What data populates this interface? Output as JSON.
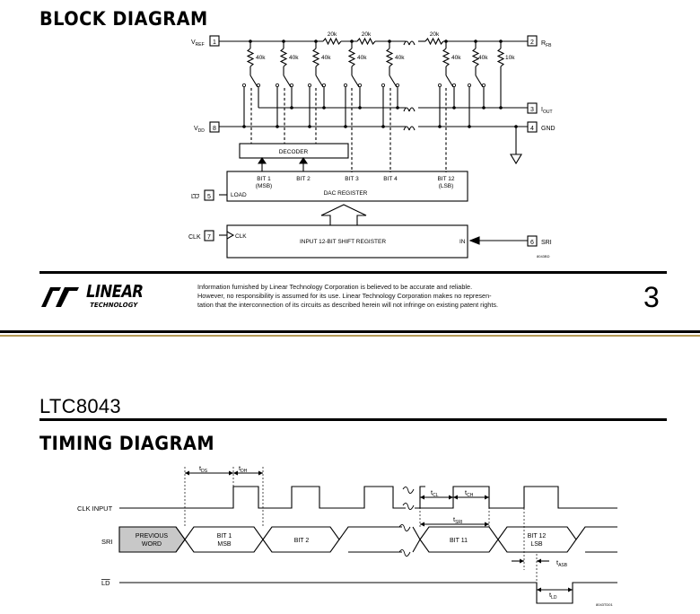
{
  "page_top": {
    "heading": "BLOCK DIAGRAM",
    "page_number": "3",
    "figure_code": "8043BD",
    "notice": [
      "Information furnished by Linear Technology Corporation is believed to be accurate and reliable.",
      "However, no responsibility is assumed for its use. Linear Technology Corporation makes no represen-",
      "tation that the interconnection of its circuits as described herein will not infringe on existing patent rights."
    ],
    "logo": {
      "line1": "LINEAR",
      "line2": "TECHNOLOGY"
    }
  },
  "page_bottom": {
    "part_number": "LTC8043",
    "heading": "TIMING DIAGRAM",
    "figure_code": "8043TD01"
  },
  "block": {
    "pins": {
      "vref": {
        "num": "1",
        "name": "V",
        "sub": "REF"
      },
      "rfb": {
        "num": "2",
        "name": "R",
        "sub": "FB"
      },
      "iout": {
        "num": "3",
        "name": "I",
        "sub": "OUT"
      },
      "gnd": {
        "num": "4",
        "name": "GND"
      },
      "ld": {
        "num": "5",
        "name": "LD"
      },
      "sri": {
        "num": "6",
        "name": "SRI"
      },
      "clk": {
        "num": "7",
        "name": "CLK"
      },
      "vdd": {
        "num": "8",
        "name": "V",
        "sub": "DD"
      }
    },
    "resistors": {
      "series": [
        "20k",
        "20k",
        "20k"
      ],
      "shunt": [
        "40k",
        "40k",
        "40k",
        "40k",
        "40k",
        "40k",
        "40k",
        "10k"
      ]
    },
    "decoder": "DECODER",
    "dac_register": "DAC REGISTER",
    "load": "LOAD",
    "bits": [
      {
        "l1": "BIT 1",
        "l2": "(MSB)"
      },
      {
        "l1": "BIT 2",
        "l2": ""
      },
      {
        "l1": "BIT 3",
        "l2": ""
      },
      {
        "l1": "BIT 4",
        "l2": ""
      },
      {
        "l1": "BIT 12",
        "l2": "(LSB)"
      }
    ],
    "shift_register": "INPUT 12-BIT SHIFT REGISTER",
    "clk_in": "CLK",
    "in_label": "IN"
  },
  "timing": {
    "clk_label": "CLK INPUT",
    "sri_label": "SRI",
    "ld_label": "LD",
    "prev_word": [
      "PREVIOUS",
      "WORD"
    ],
    "data_cells": [
      {
        "l1": "BIT 1",
        "l2": "MSB"
      },
      {
        "l1": "BIT 2",
        "l2": ""
      },
      {
        "l1": "BIT 11",
        "l2": ""
      },
      {
        "l1": "BIT 12",
        "l2": "LSB"
      }
    ],
    "params": {
      "tds": {
        "t": "t",
        "sub": "DS"
      },
      "tdh": {
        "t": "t",
        "sub": "DH"
      },
      "tcl": {
        "t": "t",
        "sub": "CL"
      },
      "tch": {
        "t": "t",
        "sub": "CH"
      },
      "tsri": {
        "t": "t",
        "sub": "SRI"
      },
      "tasb": {
        "t": "t",
        "sub": "ASB"
      },
      "tld": {
        "t": "t",
        "sub": "LD"
      }
    }
  },
  "colors": {
    "ink": "#000000",
    "prev_word_fill": "#c8c8c8",
    "gold_rule": "#b59a55"
  }
}
